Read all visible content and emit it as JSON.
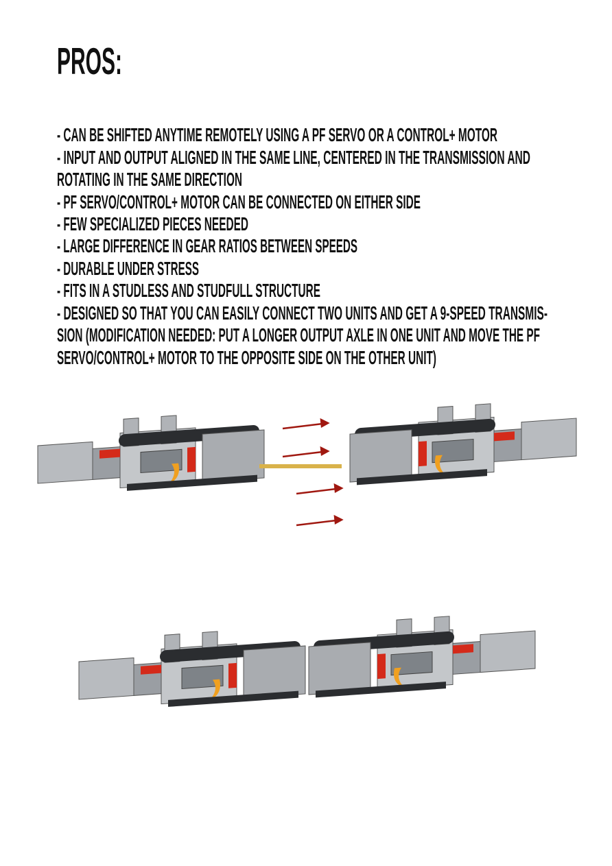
{
  "title": "PROS:",
  "pros_lines": [
    "- CAN BE SHIFTED ANYTIME REMOTELY USING A PF SERVO OR A CONTROL+ MOTOR",
    "- INPUT AND OUTPUT ALIGNED IN THE SAME LINE, CENTERED IN THE TRANSMISSION AND",
    "ROTATING IN THE SAME DIRECTION",
    "- PF SERVO/CONTROL+ MOTOR CAN BE CONNECTED ON EITHER SIDE",
    "- FEW SPECIALIZED PIECES NEEDED",
    "- LARGE DIFFERENCE IN GEAR RATIOS BETWEEN SPEEDS",
    "- DURABLE UNDER STRESS",
    "- FITS IN A STUDLESS AND STUDFULL STRUCTURE",
    "- DESIGNED SO THAT YOU CAN EASILY CONNECT TWO UNITS AND GET A 9-SPEED TRANSMIS-",
    "SION (MODIFICATION NEEDED: PUT A LONGER OUTPUT AXLE IN ONE UNIT AND MOVE THE PF",
    "SERVO/CONTROL+ MOTOR TO THE OPPOSITE SIDE ON THE OTHER UNIT)"
  ],
  "colors": {
    "text": "#111111",
    "arrow": "#a01810",
    "beam": "#2b2d30",
    "frame": "#a9acb0",
    "red": "#d42a1a",
    "gold": "#d9b24a",
    "orange": "#f0a020"
  }
}
